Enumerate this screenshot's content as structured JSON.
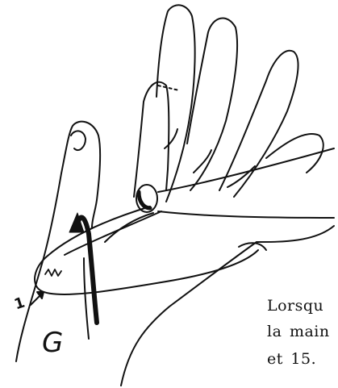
{
  "figure": {
    "hand_label": "G",
    "marker_number": "1",
    "text_lines": [
      "Lorsqu",
      "la main",
      "et 15."
    ]
  },
  "colors": {
    "ink": "#111111",
    "paper": "#ffffff"
  }
}
